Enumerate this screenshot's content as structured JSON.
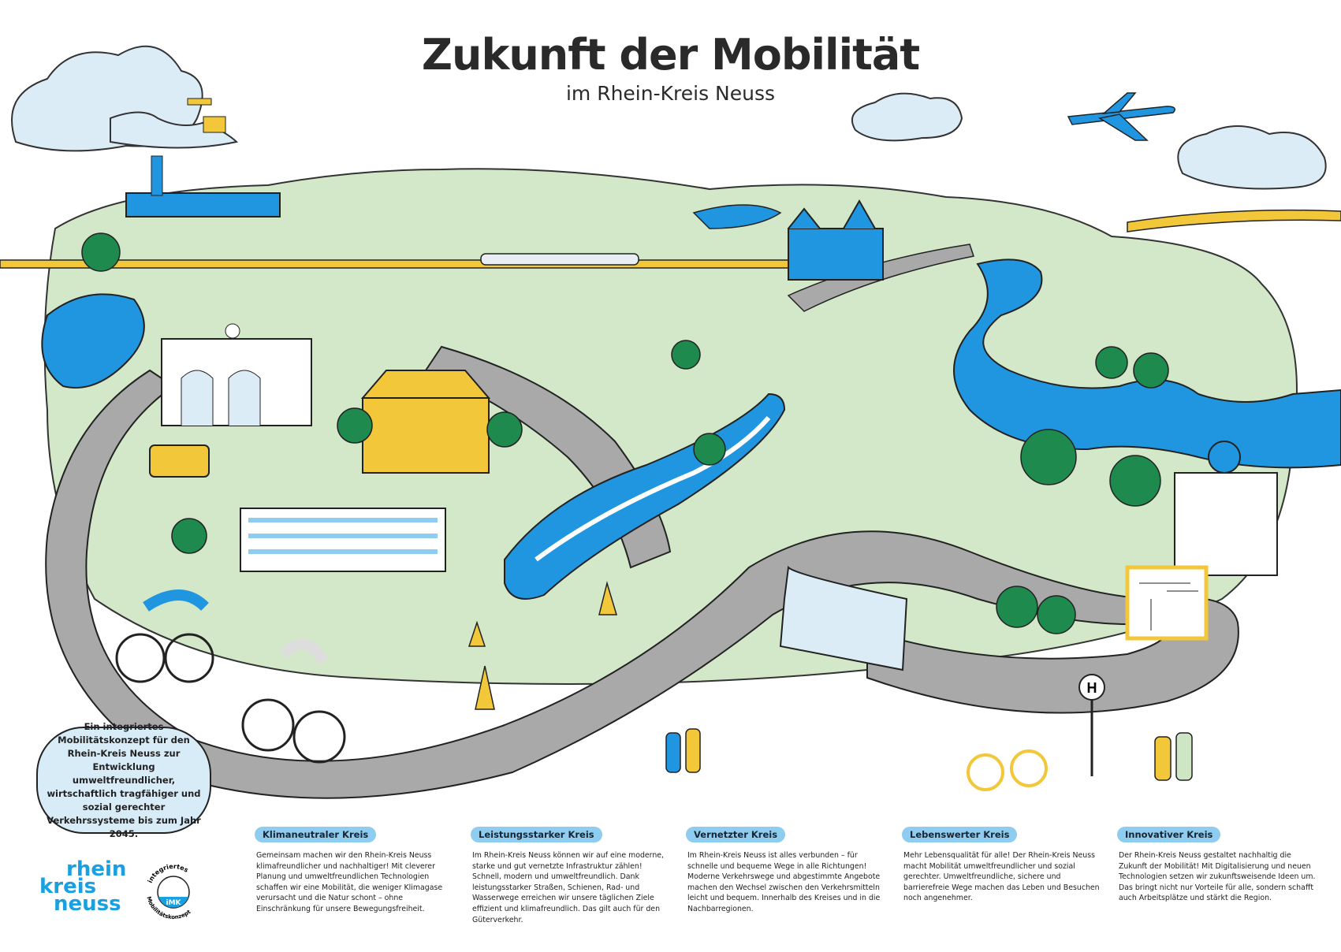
{
  "header": {
    "title": "Zukunft der Mobilität",
    "subtitle": "im Rhein-Kreis Neuss"
  },
  "bubble": {
    "text": "Ein integriertes Mobilitätskonzept für den Rhein-Kreis Neuss zur Entwicklung umweltfreundlicher, wirtschaftlich tragfähiger und sozial gerechter Verkehrssysteme bis zum Jahr 2045."
  },
  "columns": [
    {
      "heading": "Klimaneutraler Kreis",
      "text": "Gemeinsam machen wir den Rhein-Kreis Neuss klimafreundlicher und nachhaltiger! Mit cleverer Planung und umweltfreundlichen Technologien schaffen wir eine Mobilität, die weniger Klimagase verursacht und die Natur schont – ohne Einschränkung für unsere Bewegungsfreiheit."
    },
    {
      "heading": "Leistungsstarker Kreis",
      "text": "Im Rhein-Kreis Neuss können wir auf eine moderne, starke und gut vernetzte Infrastruktur zählen! Schnell, modern und umweltfreundlich. Dank leistungsstarker Straßen, Schienen, Rad- und Wasserwege erreichen wir unsere täglichen Ziele effizient und klimafreundlich. Das gilt auch für den Güterverkehr."
    },
    {
      "heading": "Vernetzter Kreis",
      "text": "Im Rhein-Kreis Neuss ist alles verbunden – für schnelle und bequeme Wege in alle Richtungen! Moderne Verkehrswege und abgestimmte Angebote machen den Wechsel zwischen den Verkehrsmitteln leicht und bequem. Innerhalb des Kreises und in die Nachbarregionen."
    },
    {
      "heading": "Lebenswerter Kreis",
      "text": "Mehr Lebensqualität für alle! Der Rhein-Kreis Neuss macht Mobilität umweltfreundlicher und sozial gerechter. Umweltfreundliche, sichere und barrierefreie Wege machen das Leben und Besuchen noch angenehmer."
    },
    {
      "heading": "Innovativer Kreis",
      "text": "Der Rhein-Kreis Neuss gestaltet nachhaltig die Zukunft der Mobilität! Mit Digitalisierung und neuen Technologien setzen wir zukunftsweisende Ideen um. Das bringt nicht nur Vorteile für alle, sondern schafft auch Arbeitsplätze und stärkt die Region."
    }
  ],
  "logos": {
    "rkn": [
      "rhein",
      "kreis",
      "neuss"
    ],
    "imk": {
      "top": "integriertes",
      "bottom": "Mobilitätskonzept",
      "center": "iMK"
    }
  },
  "sign": {
    "text": "H"
  },
  "colors": {
    "blue": "#2196e0",
    "lightblue": "#8fcdf0",
    "green": "#cfe6c4",
    "yellow": "#f2c83a",
    "road": "#a9a9a9",
    "tree": "#1e8a4e"
  }
}
